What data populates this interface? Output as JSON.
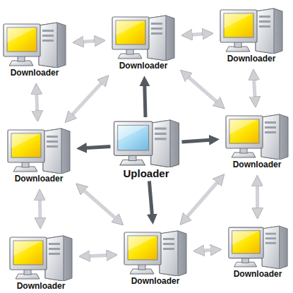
{
  "diagram": {
    "nodes": [
      {
        "text": [
          "Downloader"
        ]
      },
      {
        "text": [
          "Downloader"
        ]
      },
      {
        "text": [
          "Downloader"
        ]
      },
      {
        "text": [
          "Downloader"
        ]
      },
      {
        "text": [
          "Uploader"
        ]
      },
      {
        "text": [
          "Downloader"
        ]
      },
      {
        "text": [
          "Downloader"
        ]
      },
      {
        "text": [
          "Downloader"
        ]
      },
      {
        "text": [
          "Downloader"
        ]
      }
    ],
    "edges": [
      {
        "from": 4,
        "to": 1,
        "arrow": "to"
      },
      {
        "from": 4,
        "to": 3,
        "arrow": "to"
      },
      {
        "from": 4,
        "to": 5,
        "arrow": "to"
      },
      {
        "from": 4,
        "to": 7,
        "arrow": "to"
      },
      {
        "from": 0,
        "to": 1,
        "arrow": "both"
      },
      {
        "from": 1,
        "to": 2,
        "arrow": "both"
      },
      {
        "from": 0,
        "to": 3,
        "arrow": "both"
      },
      {
        "from": 2,
        "to": 5,
        "arrow": "both"
      },
      {
        "from": 3,
        "to": 6,
        "arrow": "both"
      },
      {
        "from": 5,
        "to": 8,
        "arrow": "both"
      },
      {
        "from": 6,
        "to": 7,
        "arrow": "both"
      },
      {
        "from": 7,
        "to": 8,
        "arrow": "both"
      },
      {
        "from": 1,
        "to": 3,
        "arrow": "both"
      },
      {
        "from": 1,
        "to": 5,
        "arrow": "both"
      },
      {
        "from": 3,
        "to": 7,
        "arrow": "both"
      },
      {
        "from": 5,
        "to": 7,
        "arrow": "both"
      }
    ]
  }
}
